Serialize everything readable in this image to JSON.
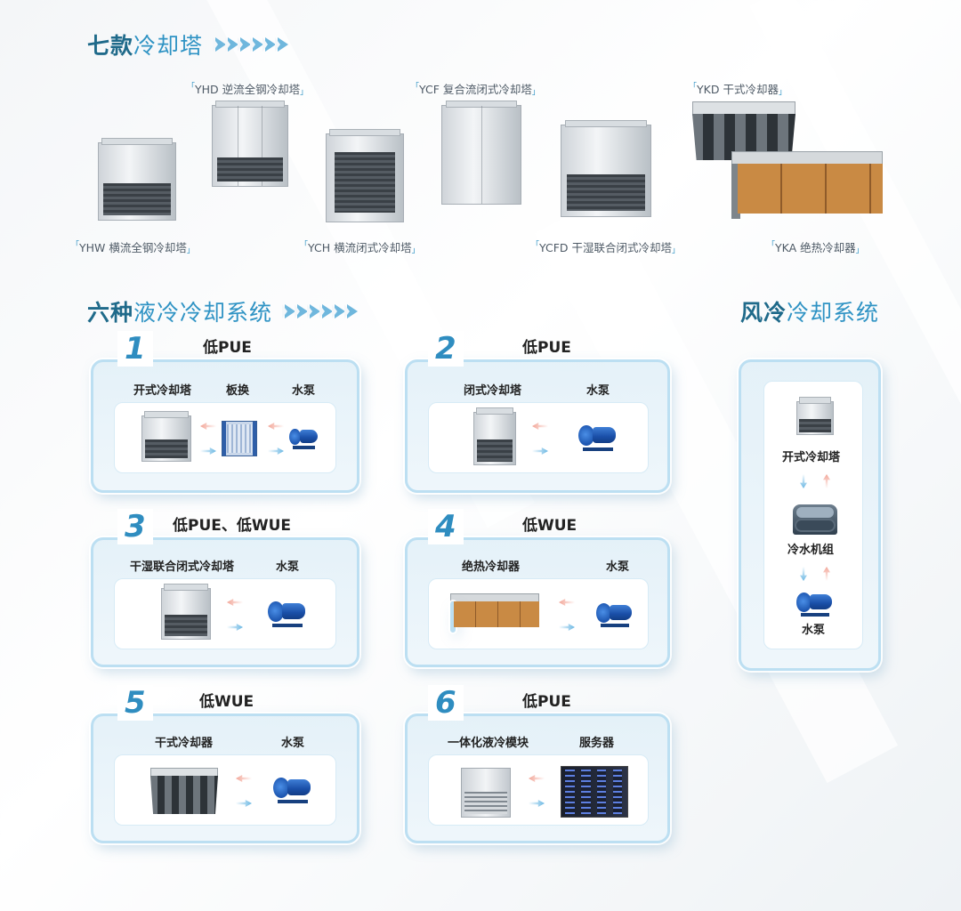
{
  "section1": {
    "title_bold": "七款",
    "title_light": "冷却塔"
  },
  "towers": {
    "yhd": "YHD 逆流全钢冷却塔",
    "ycf": "YCF 复合流闭式冷却塔",
    "ykd": "YKD 干式冷却器",
    "yhw": "YHW 横流全钢冷却塔",
    "ych": "YCH 横流闭式冷却塔",
    "ycfd": "YCFD 干湿联合闭式冷却塔",
    "yka": "YKA 绝热冷却器"
  },
  "section2": {
    "title_bold": "六种",
    "title_light": "液冷冷却系统"
  },
  "section3": {
    "title_bold": "风冷",
    "title_light": "冷却系统"
  },
  "systems": [
    {
      "num": "1",
      "tag": "低PUE",
      "items": [
        "开式冷却塔",
        "板换",
        "水泵"
      ]
    },
    {
      "num": "2",
      "tag": "低PUE",
      "items": [
        "闭式冷却塔",
        "水泵"
      ]
    },
    {
      "num": "3",
      "tag": "低PUE、低WUE",
      "items": [
        "干湿联合闭式冷却塔",
        "水泵"
      ]
    },
    {
      "num": "4",
      "tag": "低WUE",
      "items": [
        "绝热冷却器",
        "水泵"
      ]
    },
    {
      "num": "5",
      "tag": "低WUE",
      "items": [
        "干式冷却器",
        "水泵"
      ]
    },
    {
      "num": "6",
      "tag": "低PUE",
      "items": [
        "一体化液冷模块",
        "服务器"
      ]
    }
  ],
  "aircooled": {
    "items": [
      "开式冷却塔",
      "冷水机组",
      "水泵"
    ]
  }
}
